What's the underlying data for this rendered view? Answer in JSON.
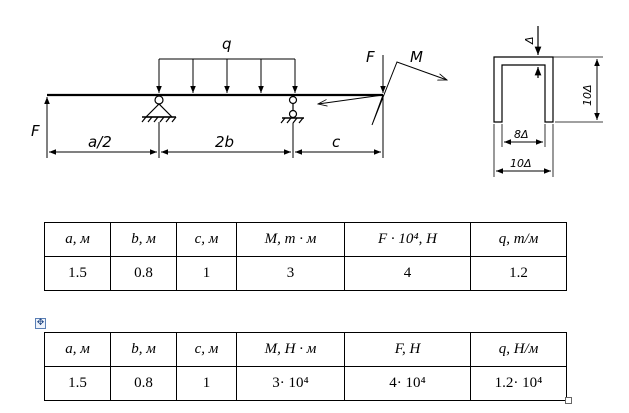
{
  "drawing": {
    "labels": {
      "q": "q",
      "f_left": "F",
      "f_right": "F",
      "m": "M",
      "dim_a": "a/2",
      "dim_b": "2b",
      "dim_c": "c"
    },
    "section": {
      "delta": "Δ",
      "height": "10Δ",
      "inner_width": "8Δ",
      "outer_width": "10Δ"
    }
  },
  "table1": {
    "headers": [
      "a, м",
      "b, м",
      "c, м",
      "M, т · м",
      "F · 10⁴, Н",
      "q, т/м"
    ],
    "values": [
      "1.5",
      "0.8",
      "1",
      "3",
      "4",
      "1.2"
    ]
  },
  "table2": {
    "headers": [
      "a, м",
      "b, м",
      "c, м",
      "M, Н · м",
      "F, Н",
      "q, Н/м"
    ],
    "values": [
      "1.5",
      "0.8",
      "1",
      "3· 10⁴",
      "4· 10⁴",
      "1.2· 10⁴"
    ]
  },
  "icons": {
    "anchor": "move-anchor-icon",
    "handle": "resize-handle"
  }
}
